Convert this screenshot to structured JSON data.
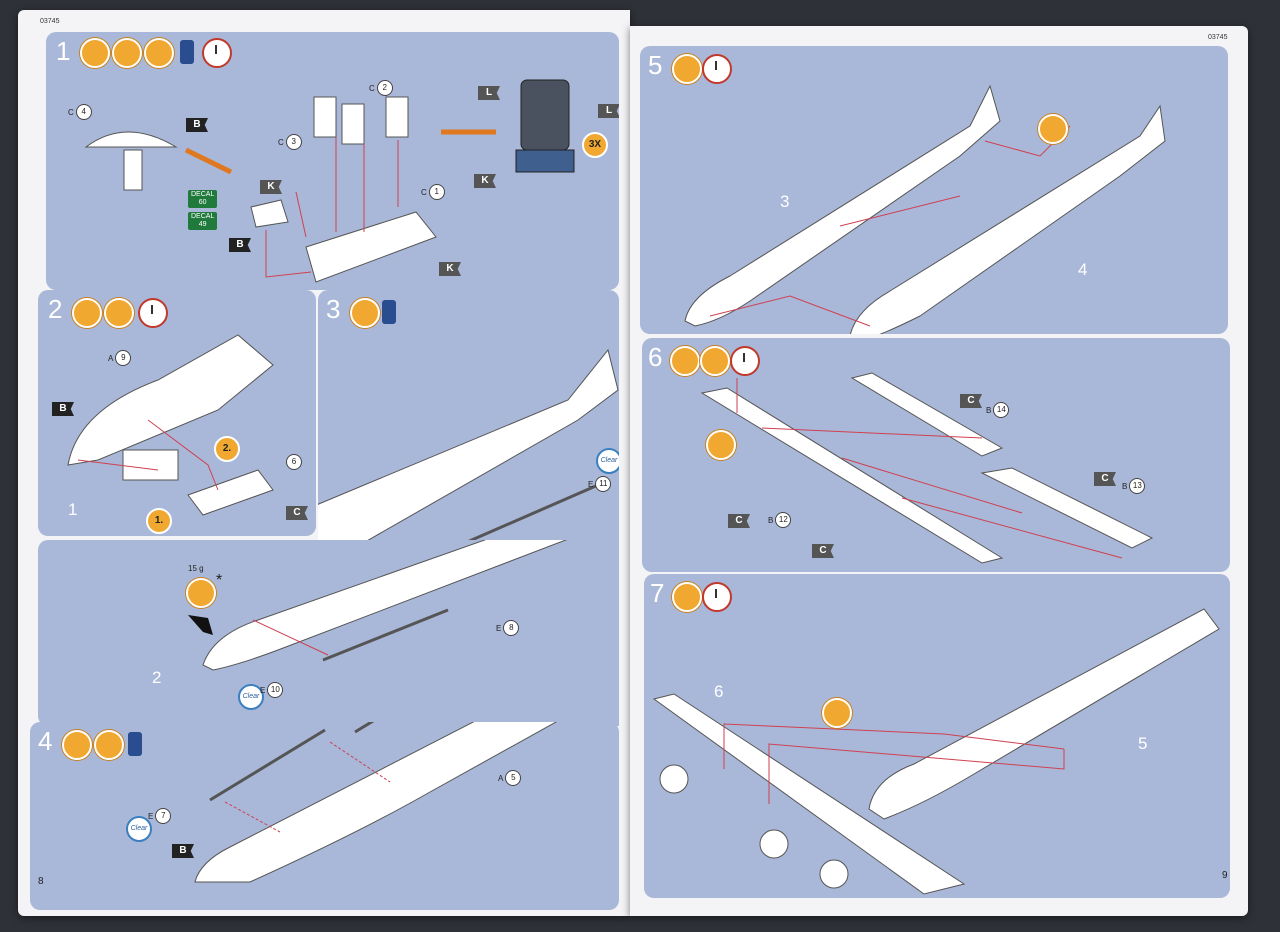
{
  "left_page": {
    "code": "03745",
    "page_number": "8",
    "steps": [
      {
        "number": "1"
      },
      {
        "number": "2"
      },
      {
        "number": "3"
      },
      {
        "number": "4"
      }
    ],
    "step1": {
      "flags": [
        "B",
        "L",
        "L",
        "K",
        "K",
        "B",
        "K"
      ],
      "parts": [
        {
          "prefix": "C",
          "num": "4"
        },
        {
          "prefix": "C",
          "num": "2"
        },
        {
          "prefix": "C",
          "num": "3"
        },
        {
          "prefix": "C",
          "num": "1"
        }
      ],
      "multiplier": "3X",
      "decals": [
        {
          "top": "DECAL",
          "num": "60"
        },
        {
          "top": "DECAL",
          "num": "49"
        }
      ]
    },
    "step2": {
      "parts": [
        {
          "prefix": "A",
          "num": "9"
        },
        {
          "prefix": "",
          "num": "6"
        }
      ],
      "flags": [
        "B",
        "C"
      ],
      "callouts": [
        "2.",
        "1."
      ],
      "subassembly_label": "1"
    },
    "step3": {
      "parts": [
        {
          "prefix": "E",
          "num": "11"
        },
        {
          "prefix": "E",
          "num": "10"
        }
      ],
      "clear_label": "Clear",
      "weight_amount": "15 g",
      "weight_note": "*",
      "subassembly_label": "2"
    },
    "step4": {
      "parts": [
        {
          "prefix": "E",
          "num": "8"
        },
        {
          "prefix": "A",
          "num": "5"
        },
        {
          "prefix": "E",
          "num": "7"
        }
      ],
      "clear_label": "Clear",
      "flags": [
        "B"
      ]
    }
  },
  "right_page": {
    "code": "03745",
    "page_number": "9",
    "steps": [
      {
        "number": "5"
      },
      {
        "number": "6"
      },
      {
        "number": "7"
      }
    ],
    "step5": {
      "labels": [
        "3",
        "4"
      ]
    },
    "step6": {
      "parts": [
        {
          "prefix": "B",
          "num": "14"
        },
        {
          "prefix": "B",
          "num": "13"
        },
        {
          "prefix": "B",
          "num": "12"
        }
      ],
      "flags": [
        "C",
        "C",
        "C",
        "C"
      ]
    },
    "step7": {
      "labels": [
        "6",
        "5"
      ]
    }
  },
  "colors": {
    "panel_bg": "#a9b8d8",
    "accent_orange": "#f0a830",
    "arrow_red": "#d04050",
    "clock_red": "#c0392b"
  }
}
